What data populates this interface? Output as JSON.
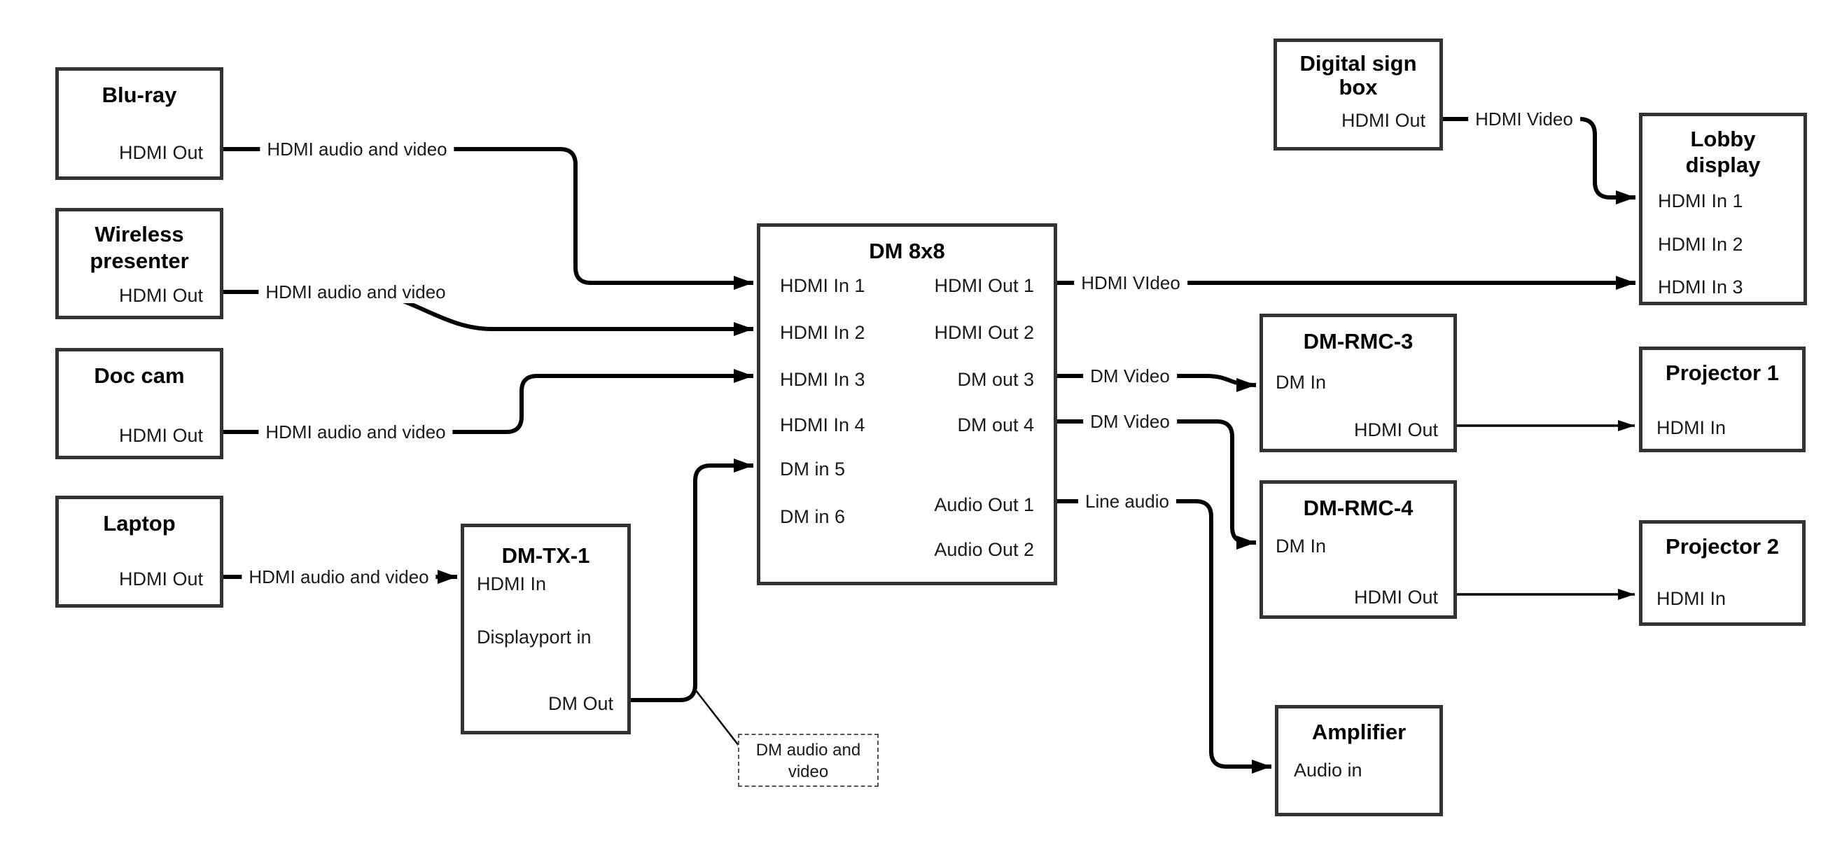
{
  "nodes": {
    "blu_ray": {
      "title": "Blu-ray",
      "ports": [
        "HDMI Out"
      ]
    },
    "wireless_presenter": {
      "title": "Wireless presenter",
      "ports": [
        "HDMI Out"
      ]
    },
    "doc_cam": {
      "title": "Doc cam",
      "ports": [
        "HDMI Out"
      ]
    },
    "laptop": {
      "title": "Laptop",
      "ports": [
        "HDMI Out"
      ]
    },
    "dm_tx_1": {
      "title": "DM-TX-1",
      "ports": [
        "HDMI In",
        "Displayport in",
        "DM Out"
      ]
    },
    "dm_8x8": {
      "title": "DM 8x8",
      "ports_left": [
        "HDMI In 1",
        "HDMI In 2",
        "HDMI In 3",
        "HDMI In 4",
        "DM in 5",
        "DM in 6"
      ],
      "ports_right": [
        "HDMI Out 1",
        "HDMI Out 2",
        "DM out 3",
        "DM out 4",
        "Audio Out 1",
        "Audio Out 2"
      ]
    },
    "digital_sign_box": {
      "title": "Digital sign box",
      "ports": [
        "HDMI Out"
      ]
    },
    "lobby_display": {
      "title": "Lobby display",
      "ports": [
        "HDMI In 1",
        "HDMI In 2",
        "HDMI In 3"
      ]
    },
    "dm_rmc_3": {
      "title": "DM-RMC-3",
      "ports": [
        "DM In",
        "HDMI Out"
      ]
    },
    "projector_1": {
      "title": "Projector 1",
      "ports": [
        "HDMI In"
      ]
    },
    "dm_rmc_4": {
      "title": "DM-RMC-4",
      "ports": [
        "DM In",
        "HDMI Out"
      ]
    },
    "projector_2": {
      "title": "Projector 2",
      "ports": [
        "HDMI In"
      ]
    },
    "amplifier": {
      "title": "Amplifier",
      "ports": [
        "Audio in"
      ]
    }
  },
  "edge_labels": {
    "bluray_to_dm8x8": "HDMI audio and video",
    "wireless_to_dm8x8": "HDMI audio and video",
    "doccam_to_dm8x8": "HDMI audio and video",
    "laptop_to_dmtx1": "HDMI audio and video",
    "dm8x8_to_lobby": "HDMI VIdeo",
    "digitalsign_to_lobby": "HDMI Video",
    "dm8x8_to_rmc3": "DM Video",
    "dm8x8_to_rmc4": "DM Video",
    "dm8x8_to_amplifier": "Line audio"
  },
  "note": {
    "text": "DM audio and video"
  },
  "colors": {
    "background": "#ffffff",
    "box_border": "#333333",
    "line": "#000000",
    "text": "#1a1a1a"
  }
}
